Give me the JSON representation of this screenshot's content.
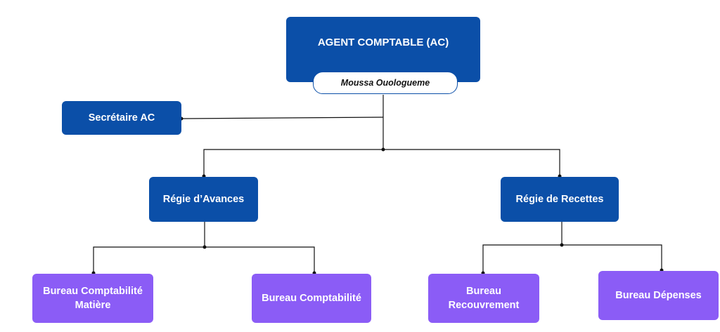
{
  "root": {
    "title": "AGENT COMPTABLE (AC)",
    "person": "Moussa Ouologueme"
  },
  "secretary": {
    "label": "Secrétaire AC"
  },
  "regie_avances": {
    "label": "Régie d’Avances",
    "children": [
      {
        "label": "Bureau Comptabilité Matière"
      },
      {
        "label": "Bureau Comptabilité"
      }
    ]
  },
  "regie_recettes": {
    "label": "Régie de Recettes",
    "children": [
      {
        "label": "Bureau Recouvrement"
      },
      {
        "label": "Bureau Dépenses"
      }
    ]
  },
  "colors": {
    "primary_blue": "#0b4fa8",
    "secondary_purple": "#8b5cf6",
    "connector": "#111111"
  }
}
